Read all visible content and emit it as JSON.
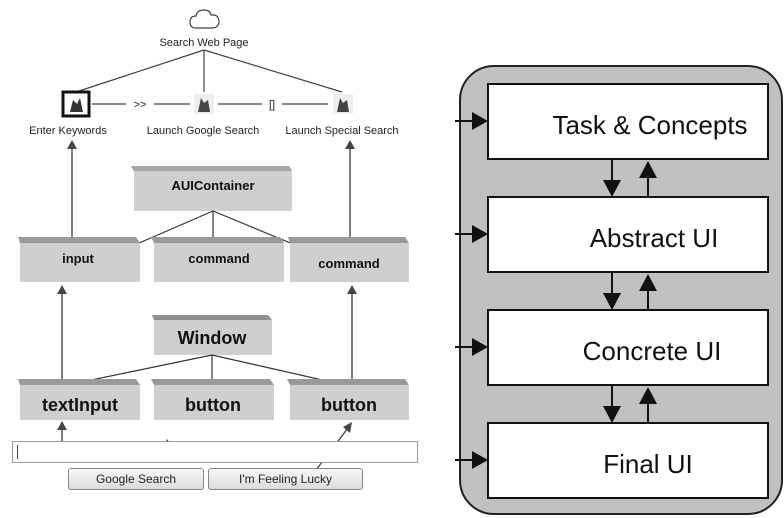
{
  "left": {
    "root_label": "Search Web Page",
    "tasks": [
      {
        "label": "Enter Keywords"
      },
      {
        "label": "Launch Google Search"
      },
      {
        "label": "Launch Special Search"
      }
    ],
    "operators": [
      ">>",
      "[]"
    ],
    "aui_container": "AUIContainer",
    "aui_components": [
      "input",
      "command",
      "command"
    ],
    "window": "Window",
    "cui_components": [
      "textInput",
      "button",
      "button"
    ],
    "buttons": {
      "google": "Google Search",
      "lucky": "I'm Feeling Lucky"
    }
  },
  "right": {
    "layers": [
      {
        "label": "Task & Concepts"
      },
      {
        "label": "Abstract UI"
      },
      {
        "label": "Concrete UI"
      },
      {
        "label": "Final UI"
      }
    ],
    "colors": {
      "panel": "#c0c0c0",
      "box": "#ffffff"
    }
  }
}
